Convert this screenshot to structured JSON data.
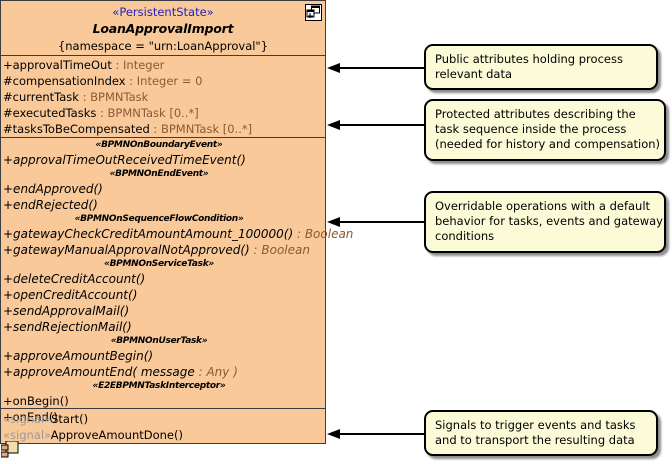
{
  "class_box": {
    "stereotype": "«PersistentState»",
    "name": "LoanApprovalImport",
    "tagged_value": "{namespace = \"urn:LoanApproval\"}",
    "header_icon": "class-diagram-icon",
    "corner_icon": "component-icon",
    "attributes": [
      {
        "visibility": "+",
        "name": "approvalTimeOut",
        "sep": " : ",
        "type": "Integer"
      },
      {
        "visibility": "#",
        "name": "compensationIndex",
        "sep": " : ",
        "type": "Integer = 0"
      },
      {
        "visibility": "#",
        "name": "currentTask",
        "sep": " : ",
        "type": "BPMNTask"
      },
      {
        "visibility": "#",
        "name": "executedTasks",
        "sep": " : ",
        "type": "BPMNTask [0..*]"
      },
      {
        "visibility": "#",
        "name": "tasksToBeCompensated",
        "sep": " : ",
        "type": "BPMNTask [0..*]"
      }
    ],
    "operation_groups": [
      {
        "stereotype": "«BPMNOnBoundaryEvent»",
        "operations": [
          {
            "visibility": "+",
            "signature": "approvalTimeOutReceivedTimeEvent()",
            "sep": "",
            "type": "",
            "italic": true
          }
        ]
      },
      {
        "stereotype": "«BPMNOnEndEvent»",
        "operations": [
          {
            "visibility": "+",
            "signature": "endApproved()",
            "sep": "",
            "type": "",
            "italic": true
          },
          {
            "visibility": "+",
            "signature": "endRejected()",
            "sep": "",
            "type": "",
            "italic": true
          }
        ]
      },
      {
        "stereotype": "«BPMNOnSequenceFlowCondition»",
        "operations": [
          {
            "visibility": "+",
            "signature": "gatewayCheckCreditAmountAmount_100000()",
            "sep": " : ",
            "type": "Boolean",
            "italic": true
          },
          {
            "visibility": "+",
            "signature": "gatewayManualApprovalNotApproved()",
            "sep": " : ",
            "type": "Boolean",
            "italic": true
          }
        ]
      },
      {
        "stereotype": "«BPMNOnServiceTask»",
        "operations": [
          {
            "visibility": "+",
            "signature": "deleteCreditAccount()",
            "sep": "",
            "type": "",
            "italic": true
          },
          {
            "visibility": "+",
            "signature": "openCreditAccount()",
            "sep": "",
            "type": "",
            "italic": true
          },
          {
            "visibility": "+",
            "signature": "sendApprovalMail()",
            "sep": "",
            "type": "",
            "italic": true
          },
          {
            "visibility": "+",
            "signature": "sendRejectionMail()",
            "sep": "",
            "type": "",
            "italic": true
          }
        ]
      },
      {
        "stereotype": "«BPMNOnUserTask»",
        "operations": [
          {
            "visibility": "+",
            "signature": "approveAmountBegin()",
            "sep": "",
            "type": "",
            "italic": true
          },
          {
            "visibility": "+",
            "signature": "approveAmountEnd( message",
            "sep": " : ",
            "type": "Any )",
            "italic": true
          }
        ]
      },
      {
        "stereotype": "«E2EBPMNTaskInterceptor»",
        "operations": [
          {
            "visibility": "+",
            "signature": "onBegin()",
            "sep": "",
            "type": "",
            "italic": false
          },
          {
            "visibility": "+",
            "signature": "onEnd()",
            "sep": "",
            "type": "",
            "italic": false
          }
        ]
      }
    ],
    "signals": [
      {
        "stereotype": "«signal»",
        "name": "Start()"
      },
      {
        "stereotype": "«signal»",
        "name": "ApproveAmountDone()"
      }
    ]
  },
  "notes": [
    {
      "id": "note-public-attributes",
      "lines": [
        "Public attributes holding process",
        "relevant data"
      ]
    },
    {
      "id": "note-protected-attributes",
      "lines": [
        "Protected attributes describing the",
        "task sequence inside the process",
        "(needed for history and compensation)"
      ]
    },
    {
      "id": "note-overridable-operations",
      "lines": [
        "Overridable operations with a default",
        "behavior for tasks, events and gateway",
        "conditions"
      ]
    },
    {
      "id": "note-signals",
      "lines": [
        "Signals to trigger events and tasks",
        "and to transport the resulting data"
      ]
    }
  ],
  "colors": {
    "class_fill": "#f9c99a",
    "note_fill": "#fcfbd8",
    "stereotype_text": "#2222c8",
    "type_text": "#8a5a33",
    "signal_stereotype_text": "#9a9a9a",
    "border": "#3d3d3d",
    "connector": "#000000",
    "page_background": "#ffffff"
  }
}
